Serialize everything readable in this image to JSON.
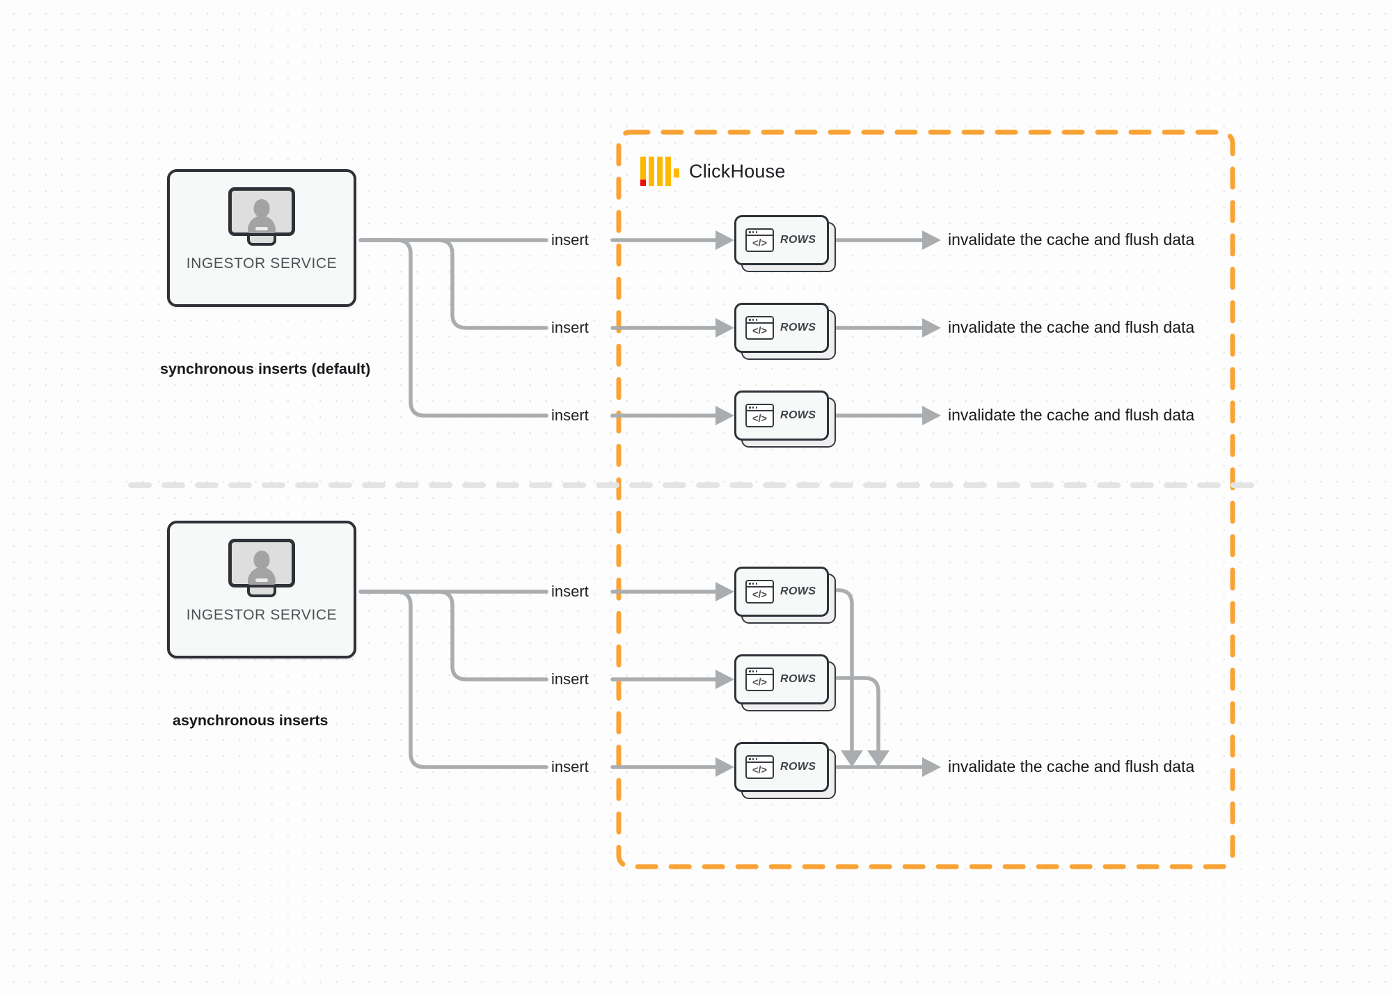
{
  "diagram": {
    "title": "ClickHouse synchronous vs asynchronous inserts",
    "colors": {
      "boundary": "#f9a336",
      "logo_orange": "#ffb800",
      "logo_red": "#f00a0a",
      "wire": "#aaadaf",
      "box_border": "#2e3238"
    }
  },
  "boundary": {
    "brand_name": "ClickHouse",
    "logo_name": "clickhouse-logo"
  },
  "sections": [
    {
      "caption": "synchronous inserts (default)",
      "service": {
        "label": "INGESTOR SERVICE",
        "icon": "monitor-user-icon"
      },
      "flows": [
        {
          "edge_label": "insert",
          "card_label": "ROWS",
          "sink_label": "invalidate the cache and flush data"
        },
        {
          "edge_label": "insert",
          "card_label": "ROWS",
          "sink_label": "invalidate the cache and flush data"
        },
        {
          "edge_label": "insert",
          "card_label": "ROWS",
          "sink_label": "invalidate the cache and flush data"
        }
      ]
    },
    {
      "caption": "asynchronous inserts",
      "service": {
        "label": "INGESTOR SERVICE",
        "icon": "monitor-user-icon"
      },
      "flows": [
        {
          "edge_label": "insert",
          "card_label": "ROWS"
        },
        {
          "edge_label": "insert",
          "card_label": "ROWS"
        },
        {
          "edge_label": "insert",
          "card_label": "ROWS"
        }
      ],
      "shared_sink_label": "invalidate the cache and flush data"
    }
  ]
}
